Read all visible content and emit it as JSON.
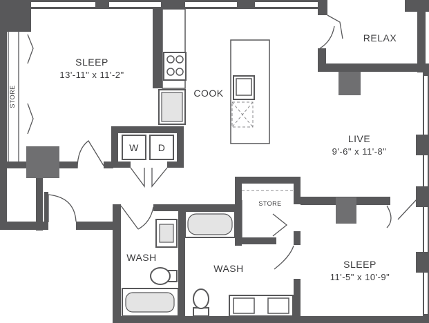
{
  "colors": {
    "wall": "#58585a",
    "fill": "#ffffff",
    "text": "#3b3b3d"
  },
  "rooms": {
    "sleep1": {
      "name": "SLEEP",
      "dims": "13'-11\" x 11'-2\""
    },
    "cook": {
      "name": "COOK"
    },
    "relax": {
      "name": "RELAX"
    },
    "live": {
      "name": "LIVE",
      "dims": "9'-6\" x 11'-8\""
    },
    "store1": {
      "name": "STORE"
    },
    "store2": {
      "name": "STORE"
    },
    "wash1": {
      "name": "WASH"
    },
    "wash2": {
      "name": "WASH"
    },
    "sleep2": {
      "name": "SLEEP",
      "dims": "11'-5\" x 10'-9\""
    }
  },
  "appliances": {
    "washer": "W",
    "dryer": "D"
  }
}
